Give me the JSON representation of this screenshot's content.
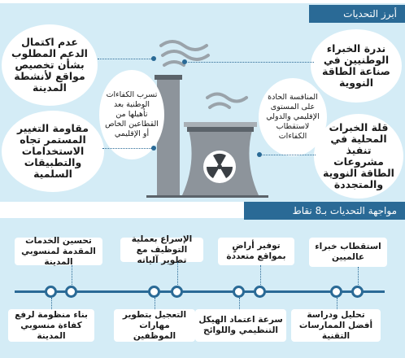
{
  "header_top": "أبرز التحديات",
  "header_bottom": "مواجهة التحديات بـ8 نقاط",
  "challenges": [
    "عدم اكتمال الدعم المطلوب بشأن تخصيص مواقع لأنشطة المدينة",
    "ندرة الخبراء الوطنيين في صناعة الطاقة النووية",
    "مقاومة التغيير المستمر تجاه الاستخدامات والتطبيقات السلمية",
    "قلة الخبرات المحلية في تنفيذ مشروعات الطاقة النووية والمتجددة",
    "تسرب الكفاءات الوطنية بعد تأهيلها من القطاعين الخاص أو الإقليمي",
    "المنافسة الحادة على المستوى الإقليمي والدولي لاستقطاب الكفاءات"
  ],
  "points_top": [
    "تحسين الخدمات المقدمة لمنسوبي المدينة",
    "الإسراع بعملية التوظيف مع تطوير آلياته",
    "توفير أراضٍ بمواقع متعددة",
    "استقطاب خبراء عالميين"
  ],
  "points_bottom": [
    "بناء منظومة لرفع كفاءة منسوبي المدينة",
    "التعجيل بتطوير مهارات الموظفين",
    "سرعة اعتماد الهيكل التنظيمي واللوائح",
    "تحليل ودراسة أفضل الممارسات التقنية"
  ],
  "colors": {
    "panel": "#d4ecf6",
    "accent": "#2a6a96",
    "plant_gray": "#8d949b",
    "plant_dark": "#5b636a"
  }
}
